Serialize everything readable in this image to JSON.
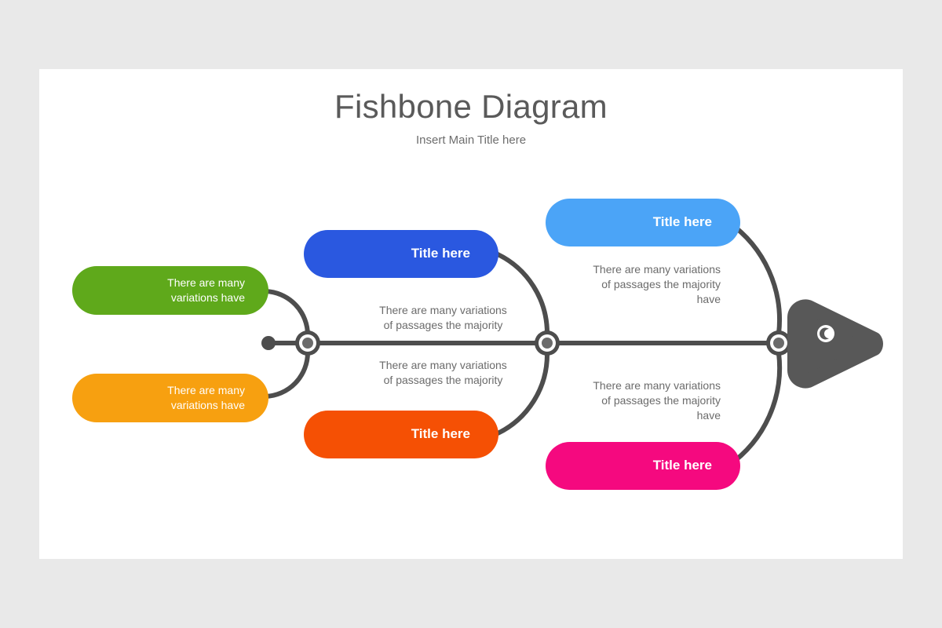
{
  "slide": {
    "title": "Fishbone Diagram",
    "subtitle": "Insert Main Title here",
    "background_color": "#e9e9e9",
    "surface_color": "#ffffff"
  },
  "diagram": {
    "type": "fishbone",
    "spine_color": "#4d4d4d",
    "head": {
      "name": "fish-head",
      "color": "#585858",
      "eye_color": "#ffffff"
    },
    "branches": [
      {
        "id": "green",
        "label": "There are many variations have",
        "label_lines": [
          "There are many",
          "variations have"
        ],
        "color": "#5fa91b",
        "style": "multi",
        "side": "top",
        "joint": 1
      },
      {
        "id": "orange",
        "label": "There are many variations have",
        "label_lines": [
          "There are many",
          "variations have"
        ],
        "color": "#f7a010",
        "style": "multi",
        "side": "bottom",
        "joint": 1
      },
      {
        "id": "blue",
        "label": "Title here",
        "color": "#2a58e0",
        "style": "title",
        "side": "top",
        "joint": 2
      },
      {
        "id": "orangered",
        "label": "Title here",
        "color": "#f55004",
        "style": "title",
        "side": "bottom",
        "joint": 2
      },
      {
        "id": "lightblue",
        "label": "Title here",
        "color": "#4ba4f7",
        "style": "title",
        "side": "top",
        "joint": 3
      },
      {
        "id": "pink",
        "label": "Title here",
        "color": "#f5097f",
        "style": "title",
        "side": "bottom",
        "joint": 3
      }
    ],
    "descriptions": [
      {
        "id": "desc-blue",
        "lines": [
          "There are many variations",
          "of passages the majority"
        ],
        "text": "There are many variations of passages the majority"
      },
      {
        "id": "desc-orangered",
        "lines": [
          "There are many variations",
          "of passages the majority"
        ],
        "text": "There are many variations of passages the majority"
      },
      {
        "id": "desc-lightblue",
        "lines": [
          "There are many variations",
          "of passages the majority",
          "have"
        ],
        "text": "There are many variations of passages the majority have"
      },
      {
        "id": "desc-pink",
        "lines": [
          "There are many variations",
          "of passages the majority",
          "have"
        ],
        "text": "There are many variations of passages the majority have"
      }
    ]
  }
}
